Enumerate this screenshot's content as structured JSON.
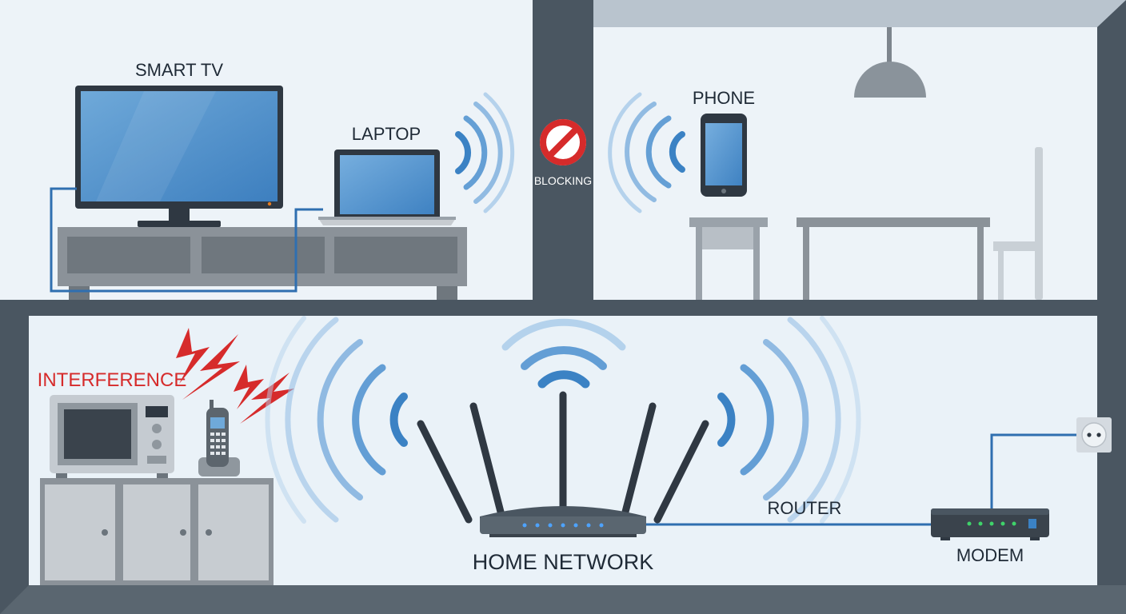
{
  "labels": {
    "smart_tv": "SMART TV",
    "laptop": "LAPTOP",
    "phone": "PHONE",
    "blocking": "BLOCKING",
    "interference": "INTERFERENCE",
    "home_network": "HOME NETWORK",
    "router": "ROUTER",
    "modem": "MODEM"
  },
  "colors": {
    "wall": "#4a5661",
    "signal": "#3b82c4",
    "interference": "#d62b2b",
    "cable": "#2f6fb0",
    "room": "#eef4f9",
    "furniture": "#7d858d"
  },
  "icons": [
    "no-entry-icon",
    "lightning-icon",
    "power-outlet-icon",
    "wifi-icon"
  ]
}
